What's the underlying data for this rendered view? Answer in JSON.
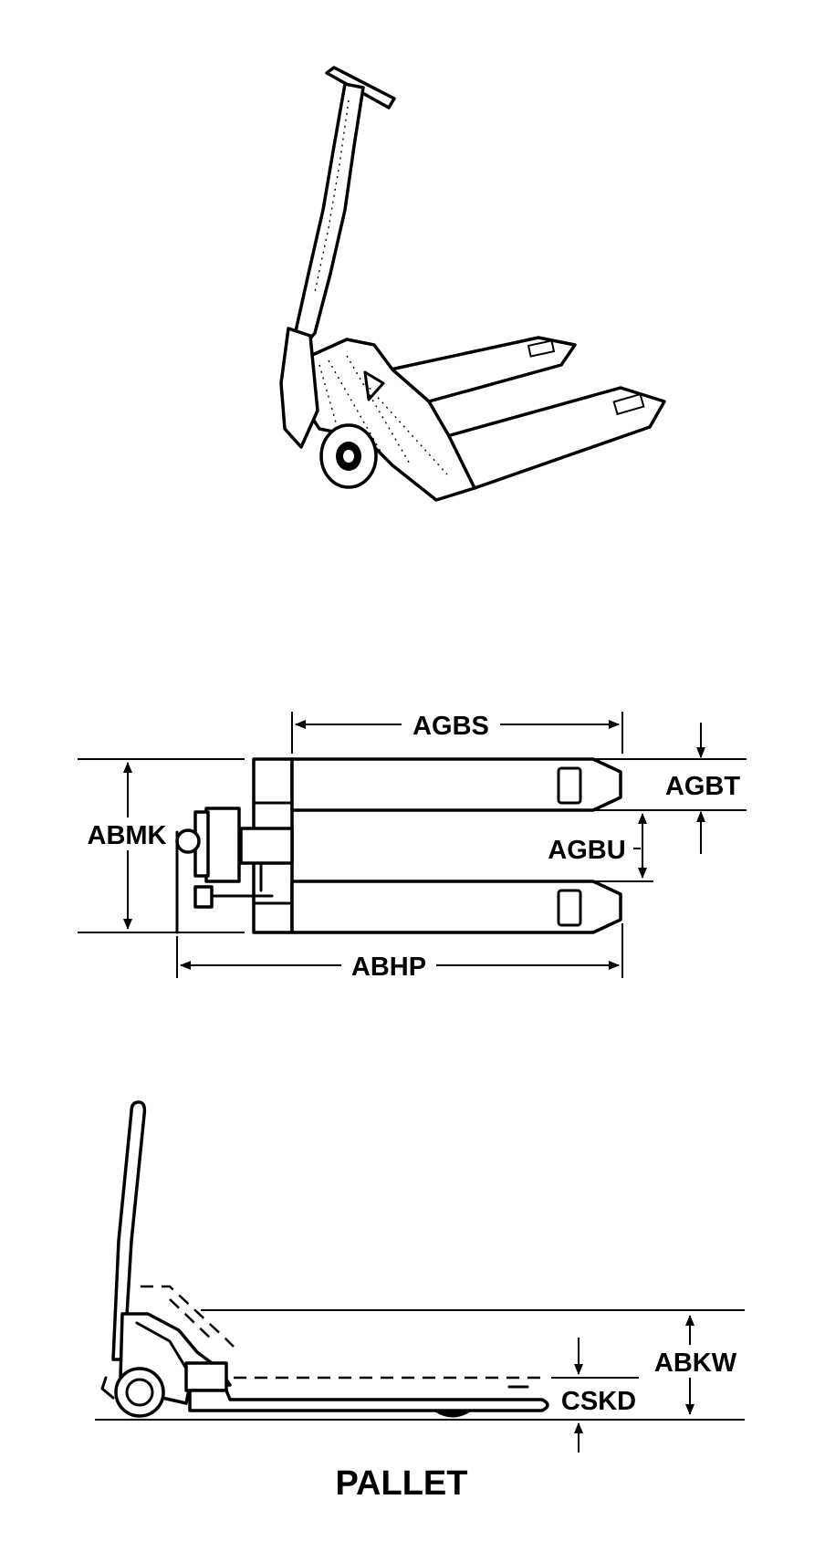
{
  "dimensions": {
    "fork_length": "AGBS",
    "fork_width": "AGBT",
    "fork_gap": "AGBU",
    "overall_width": "ABMK",
    "overall_length": "ABHP",
    "raised_height": "ABKW",
    "lowered_height": "CSKD"
  },
  "caption": "PALLET"
}
